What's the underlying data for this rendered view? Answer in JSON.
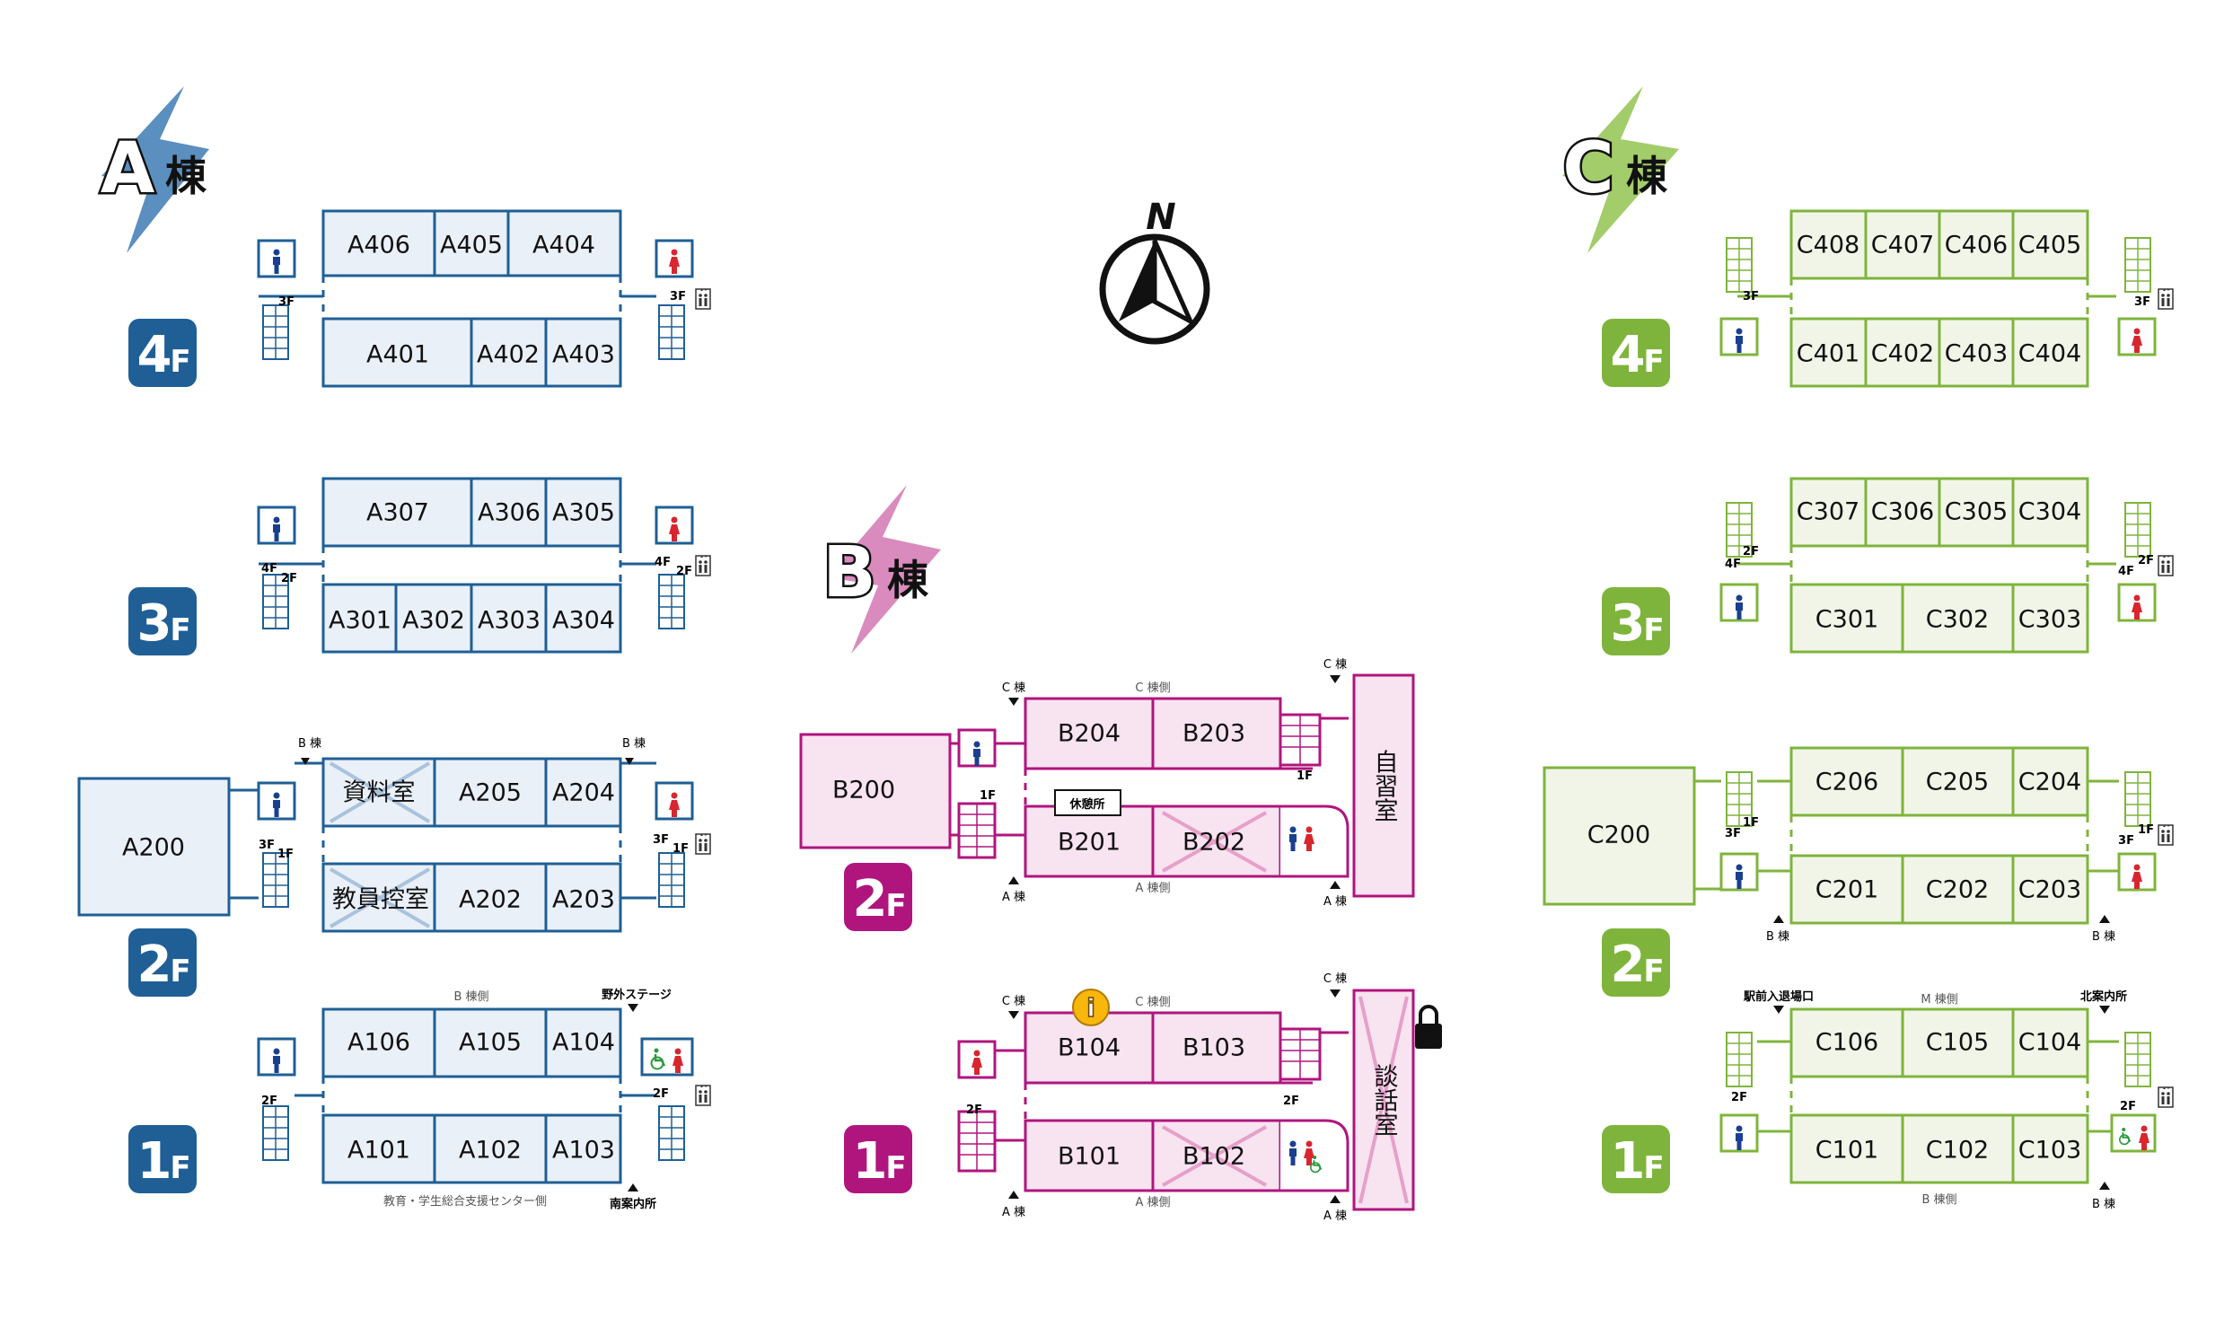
{
  "colors": {
    "a": "#1f5f96",
    "a_fill": "#eaf0f7",
    "a_accent": "#5a8fbf",
    "b": "#b0157e",
    "b_fill": "#f8e3f0",
    "b_accent": "#d98bbd",
    "c": "#7fb43c",
    "c_fill": "#f1f5e8",
    "c_accent": "#a3cc6a",
    "male": "#1a3f8f",
    "female": "#d8262e"
  },
  "compass": {
    "label": "N"
  },
  "building_a": {
    "name_letter": "A",
    "name_suffix": "棟",
    "floors": [
      {
        "badge_num": "4",
        "badge_f": "F",
        "rooms_top": [
          "A406",
          "A405",
          "A404"
        ],
        "rooms_bottom": [
          "A401",
          "A402",
          "A403"
        ],
        "stair_left": "3F",
        "stair_right": "3F"
      },
      {
        "badge_num": "3",
        "badge_f": "F",
        "rooms_top": [
          "A307",
          "A306",
          "A305"
        ],
        "rooms_bottom": [
          "A301",
          "A302",
          "A303",
          "A304"
        ],
        "stair_left_up": "4F",
        "stair_left_down": "2F",
        "stair_right_up": "4F",
        "stair_right_down": "2F"
      },
      {
        "badge_num": "2",
        "badge_f": "F",
        "annex": "A200",
        "rooms_top": [
          "資料室",
          "A205",
          "A204"
        ],
        "rooms_bottom": [
          "教員控室",
          "A202",
          "A203"
        ],
        "stair_left_up": "3F",
        "stair_left_down": "1F",
        "stair_right_up": "3F",
        "stair_right_down": "1F",
        "link_left": "B 棟",
        "link_right": "B 棟"
      },
      {
        "badge_num": "1",
        "badge_f": "F",
        "rooms_top": [
          "A106",
          "A105",
          "A104"
        ],
        "rooms_bottom": [
          "A101",
          "A102",
          "A103"
        ],
        "stair_left": "2F",
        "stair_right": "2F",
        "side_top": "B 棟側",
        "side_bottom": "教育・学生総合支援センター側",
        "exit_top": "野外ステージ",
        "exit_bottom": "南案内所"
      }
    ]
  },
  "building_b": {
    "name_letter": "B",
    "name_suffix": "棟",
    "floors": [
      {
        "badge_num": "2",
        "badge_f": "F",
        "annex": "B200",
        "rooms_top": [
          "B204",
          "B203"
        ],
        "rooms_bottom": [
          "B201",
          "B202"
        ],
        "side_room": "自習室",
        "rest_area": "休憩所",
        "side_top": "C 棟側",
        "side_bottom": "A 棟側",
        "link_c_left": "C 棟",
        "link_a_left": "A 棟",
        "link_c_right": "C 棟",
        "link_a_right": "A 棟",
        "stair_small": "1F"
      },
      {
        "badge_num": "1",
        "badge_f": "F",
        "rooms_top": [
          "B104",
          "B103"
        ],
        "rooms_bottom": [
          "B101",
          "B102"
        ],
        "side_room": "談話室",
        "side_top": "C 棟側",
        "side_bottom": "A 棟側",
        "link_c_left": "C 棟",
        "link_a_left": "A 棟",
        "link_c_right": "C 棟",
        "link_a_right": "A 棟",
        "stair_left": "2F",
        "stair_right": "2F",
        "info_icon": "i"
      }
    ]
  },
  "building_c": {
    "name_letter": "C",
    "name_suffix": "棟",
    "floors": [
      {
        "badge_num": "4",
        "badge_f": "F",
        "rooms_top": [
          "C408",
          "C407",
          "C406",
          "C405"
        ],
        "rooms_bottom": [
          "C401",
          "C402",
          "C403",
          "C404"
        ],
        "stair_left": "3F",
        "stair_right": "3F"
      },
      {
        "badge_num": "3",
        "badge_f": "F",
        "rooms_top": [
          "C307",
          "C306",
          "C305",
          "C304"
        ],
        "rooms_bottom": [
          "C301",
          "C302",
          "C303"
        ],
        "stair_left_up": "4F",
        "stair_left_down": "2F",
        "stair_right_up": "4F",
        "stair_right_down": "2F"
      },
      {
        "badge_num": "2",
        "badge_f": "F",
        "annex": "C200",
        "rooms_top": [
          "C206",
          "C205",
          "C204"
        ],
        "rooms_bottom": [
          "C201",
          "C202",
          "C203"
        ],
        "stair_left_up": "3F",
        "stair_left_down": "1F",
        "stair_right_up": "3F",
        "stair_right_down": "1F",
        "link_left": "B 棟",
        "link_right": "B 棟"
      },
      {
        "badge_num": "1",
        "badge_f": "F",
        "rooms_top": [
          "C106",
          "C105",
          "C104"
        ],
        "rooms_bottom": [
          "C101",
          "C102",
          "C103"
        ],
        "stair_left": "2F",
        "stair_right": "2F",
        "side_top": "M 棟側",
        "side_bottom": "B 棟側",
        "exit_left": "駅前入退場口",
        "exit_right": "北案内所",
        "link_bottom": "B 棟"
      }
    ]
  }
}
